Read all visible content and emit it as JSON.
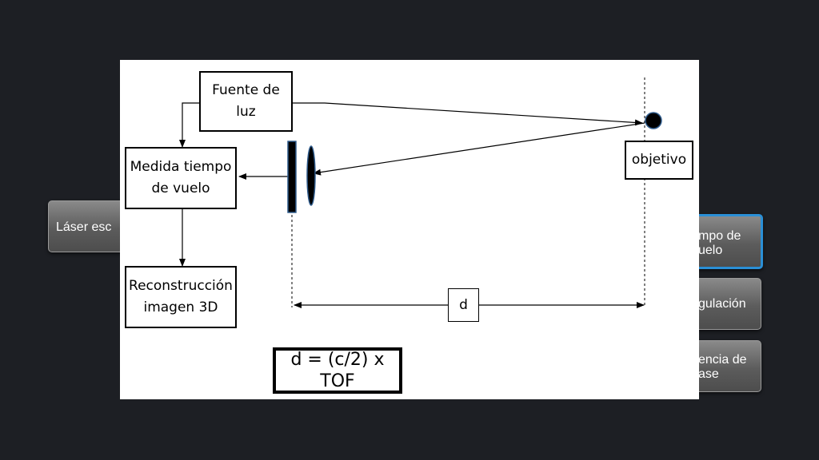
{
  "background_tiles": {
    "left": "Láser esc",
    "right_1": "mpo de\nuelo",
    "right_2": "gulación",
    "right_3": "encia de\nase"
  },
  "diagram": {
    "light_source": "Fuente de\nluz",
    "time_of_flight": "Medida tiempo\nde vuelo",
    "reconstruction": "Reconstrucción\nimagen 3D",
    "target": "objetivo",
    "distance": "d",
    "formula": "d = (c/2) x TOF"
  },
  "colors": {
    "slide_background": "#ffffff",
    "page_background": "#1d1f24",
    "sensor_fill": "#000000",
    "sensor_outline": "#2f5b8c",
    "tile_highlight_border": "#2a8fd6"
  }
}
